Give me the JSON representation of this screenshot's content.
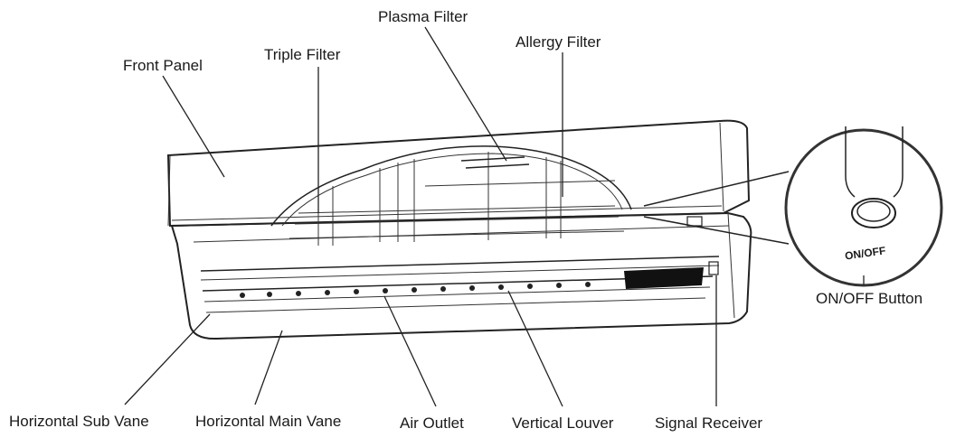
{
  "labels": {
    "front_panel": "Front Panel",
    "triple_filter": "Triple Filter",
    "plasma_filter": "Plasma Filter",
    "allergy_filter": "Allergy Filter",
    "on_off_button": "ON/OFF Button",
    "horizontal_sub_vane": "Horizontal Sub Vane",
    "horizontal_main_vane": "Horizontal Main Vane",
    "air_outlet": "Air Outlet",
    "vertical_louver": "Vertical Louver",
    "signal_receiver": "Signal Receiver"
  },
  "button_engraving": "ON/OFF"
}
